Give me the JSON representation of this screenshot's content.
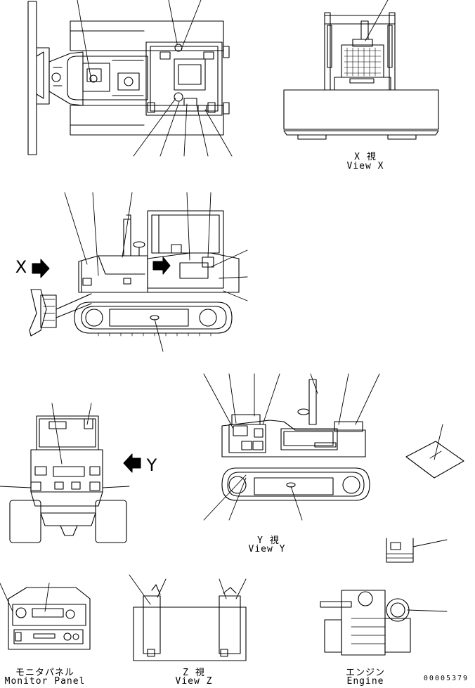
{
  "views": {
    "x_view_jp": "X 視",
    "x_view_en": "View X",
    "y_view_jp": "Y 視",
    "y_view_en": "View Y",
    "z_view_jp": "Z 視",
    "z_view_en": "View Z"
  },
  "arrows": {
    "x": "X",
    "y": "Y"
  },
  "panels": {
    "monitor_jp": "モニタパネル",
    "monitor_en": "Monitor Panel",
    "engine_jp": "エンジン",
    "engine_en": "Engine"
  },
  "document_number": "00005379",
  "colors": {
    "line": "#000000",
    "background": "#ffffff",
    "label_fill": "#ffffff"
  }
}
